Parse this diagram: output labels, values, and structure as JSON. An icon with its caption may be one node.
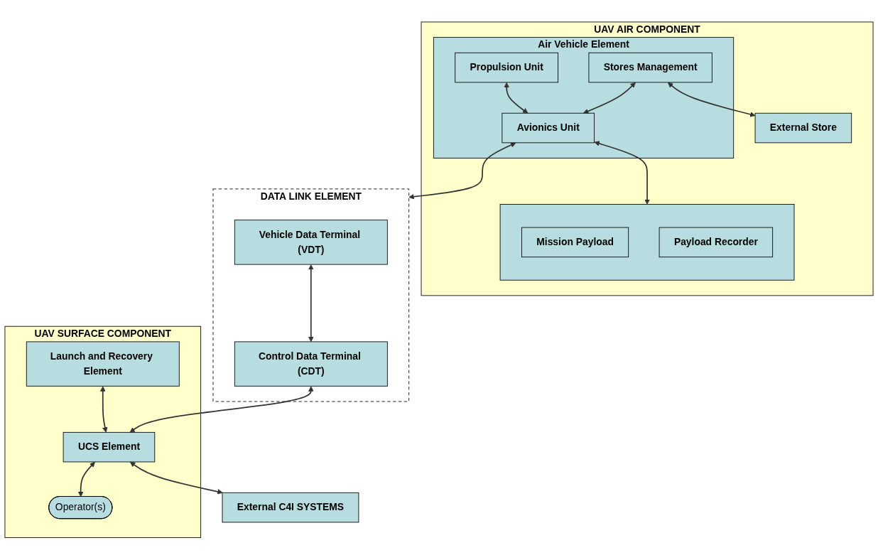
{
  "diagram": {
    "nodes": [
      {
        "text": [
          "UAV AIR COMPONENT"
        ]
      },
      {
        "text": [
          "Air Vehicle Element"
        ],
        "in": 0
      },
      {
        "text": [
          "Stores Management"
        ],
        "in": 1
      },
      {
        "text": [
          "Propulsion Unit"
        ],
        "in": 1
      },
      {
        "text": [
          "Avionics Unit"
        ],
        "in": 1
      },
      {
        "text": [
          "External Store"
        ],
        "in": 0
      },
      {
        "text": [],
        "shape": "box",
        "in": 0
      },
      {
        "text": [
          "Mission Payload"
        ],
        "in": 6
      },
      {
        "text": [
          "Payload Recorder"
        ],
        "in": 6
      },
      {
        "text": [
          "DATA LINK ELEMENT"
        ]
      },
      {
        "text": [
          "Vehicle Data Terminal (VDT)"
        ],
        "in": 9
      },
      {
        "text": [
          "UAV SURFACE COMPONENT"
        ]
      },
      {
        "text": [
          "Control Data Terminal (CDT)"
        ],
        "in": 9
      },
      {
        "text": [
          "UCS Element"
        ],
        "in": 11
      },
      {
        "text": [
          "Launch and Recovery Element"
        ],
        "in": 11
      },
      {
        "text": [
          "Operator(s)"
        ],
        "in": 11
      },
      {
        "text": [
          "External C4I SYSTEMS"
        ]
      }
    ],
    "edges": [
      {
        "from": 2,
        "to": 5,
        "arrow": "both"
      },
      {
        "from": 2,
        "to": 4,
        "arrow": "both"
      },
      {
        "from": 3,
        "to": 4,
        "arrow": "both"
      },
      {
        "from": 4,
        "to": 6,
        "arrow": "both"
      },
      {
        "from": 4,
        "to": 9,
        "arrow": "both"
      },
      {
        "from": 10,
        "to": 12,
        "arrow": "both"
      },
      {
        "from": 12,
        "to": 13,
        "arrow": "both"
      },
      {
        "from": 14,
        "to": 13,
        "arrow": "both"
      },
      {
        "from": 13,
        "to": 16,
        "arrow": "both"
      },
      {
        "from": 13,
        "to": 15,
        "arrow": "both"
      }
    ]
  }
}
